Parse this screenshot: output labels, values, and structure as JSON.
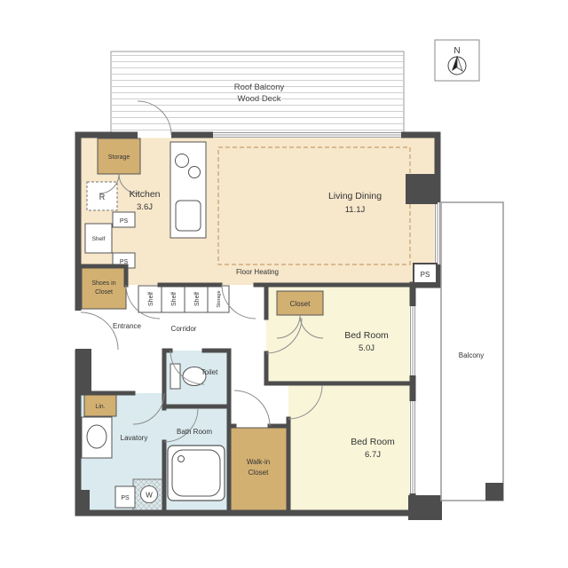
{
  "plan": {
    "compass_label": "N",
    "roof_balcony": {
      "line1": "Roof Balcony",
      "line2": "Wood Deck"
    },
    "rooms": {
      "kitchen": {
        "name": "Kitchen",
        "size": "3.6J"
      },
      "living_dining": {
        "name": "Living Dining",
        "size": "11.1J",
        "floor_note": "Floor Heating"
      },
      "bedroom_1": {
        "name": "Bed Room",
        "size": "5.0J"
      },
      "bedroom_2": {
        "name": "Bed Room",
        "size": "6.7J"
      },
      "entrance": "Entrance",
      "corridor": "Corridor",
      "toilet": "Toilet",
      "lavatory": "Lavatory",
      "bathroom": "Bath Room",
      "balcony": "Balcony"
    },
    "closets": {
      "storage": "Storage",
      "storage_small": "Storage",
      "shoes_line1": "Shoes in",
      "shoes_line2": "Closet",
      "closet": "Closet",
      "walkin_line1": "Walk-in",
      "walkin_line2": "Closet",
      "linen": "Lin.",
      "shelf": "Shelf"
    },
    "equipment": {
      "ps": "PS",
      "refrigerator": "R",
      "washer": "W"
    },
    "colors": {
      "ldk": "#f7e7cb",
      "bedroom": "#f8f5d9",
      "wet": "#daeaef",
      "closet": "#d2b072",
      "wall": "#4d4d4d"
    }
  }
}
